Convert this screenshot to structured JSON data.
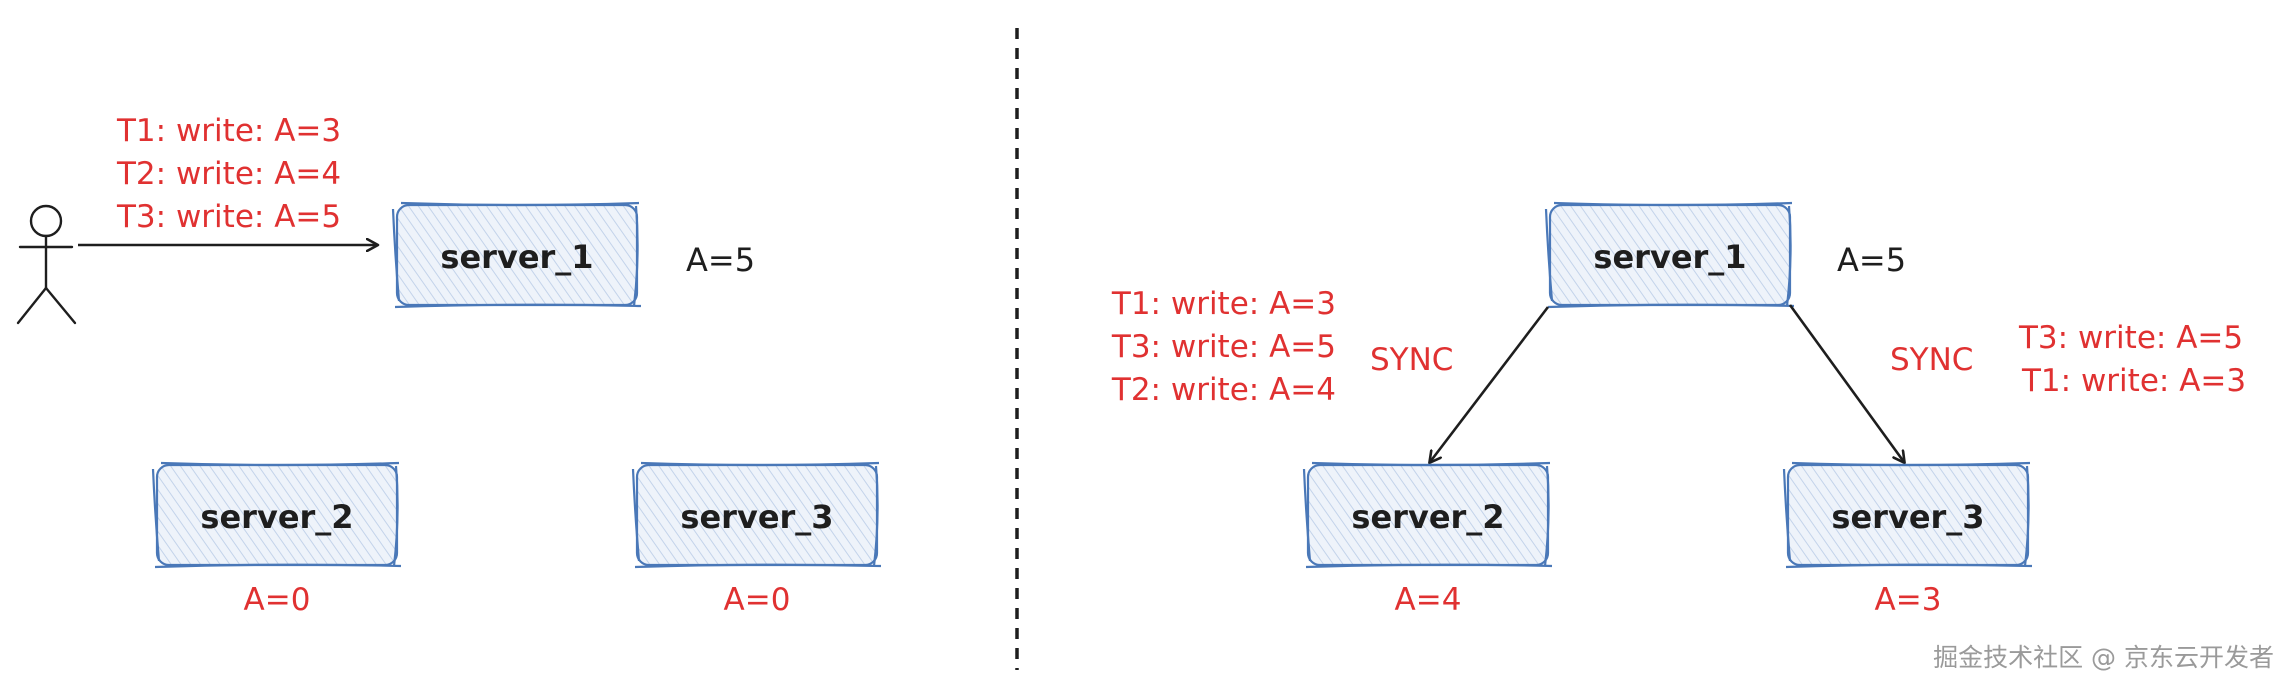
{
  "left_panel": {
    "writes": [
      "T1: write: A=3",
      "T2: write: A=4",
      "T3: write: A=5"
    ],
    "server_1": {
      "label": "server_1",
      "value": "A=5"
    },
    "server_2": {
      "label": "server_2",
      "value": "A=0"
    },
    "server_3": {
      "label": "server_3",
      "value": "A=0"
    }
  },
  "right_panel": {
    "server_1": {
      "label": "server_1",
      "value": "A=5"
    },
    "server_2": {
      "label": "server_2",
      "value": "A=4"
    },
    "server_3": {
      "label": "server_3",
      "value": "A=3"
    },
    "sync_left": "SYNC",
    "sync_right": "SYNC",
    "server_2_writes": [
      "T1: write: A=3",
      "T3: write: A=5",
      "T2: write: A=4"
    ],
    "server_3_writes": [
      "T3: write: A=5",
      "T1: write: A=3"
    ]
  },
  "watermark": "掘金技术社区 @ 京东云开发者",
  "colors": {
    "accent_red": "#e03131",
    "box_stroke": "#4a78b8",
    "text": "#1e1e1e"
  }
}
